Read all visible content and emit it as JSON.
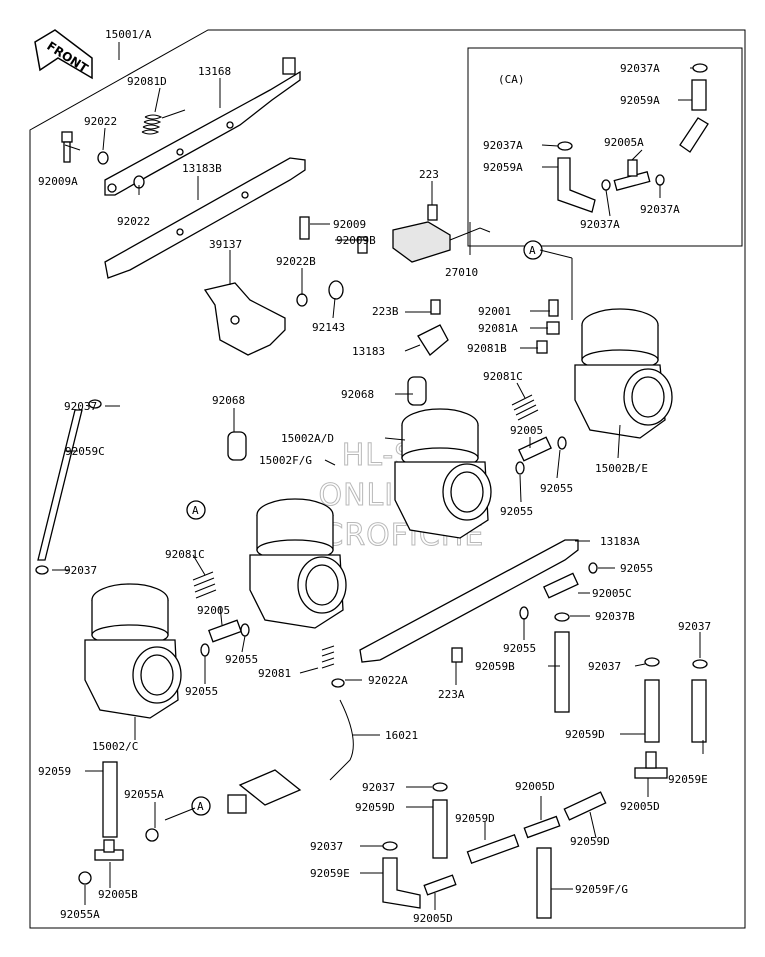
{
  "front_label": "FRONT",
  "inset_label": "(CA)",
  "watermark": [
    "HL-S",
    "ONLINE",
    "MICROFICHE"
  ],
  "ref_marker": "A",
  "part_labels": [
    "15001/A",
    "92081D",
    "13168",
    "92022",
    "92009A",
    "92022",
    "13183B",
    "223",
    "92009",
    "92009B",
    "27010",
    "39137",
    "92022B",
    "92143",
    "223B",
    "13183",
    "92001",
    "92081A",
    "92081B",
    "92081C",
    "92068",
    "92037",
    "92059C",
    "15002A/D",
    "15002F/G",
    "92068",
    "92005",
    "92055",
    "15002B/E",
    "92055",
    "92081C",
    "92037",
    "92005",
    "92055",
    "92055",
    "13183A",
    "92055",
    "92005C",
    "92037B",
    "92055",
    "92081",
    "92022A",
    "92059B",
    "223A",
    "92037",
    "92037",
    "15002/C",
    "16021",
    "92059",
    "92055A",
    "92059D",
    "92037",
    "92059D",
    "92005D",
    "92059D",
    "92059E",
    "92005D",
    "92037",
    "92059D",
    "92059E",
    "92005D",
    "92059F/G",
    "92005B",
    "92055A",
    "92037A",
    "92059A",
    "92037A",
    "92005A",
    "92059A",
    "92037A",
    "92037A"
  ]
}
